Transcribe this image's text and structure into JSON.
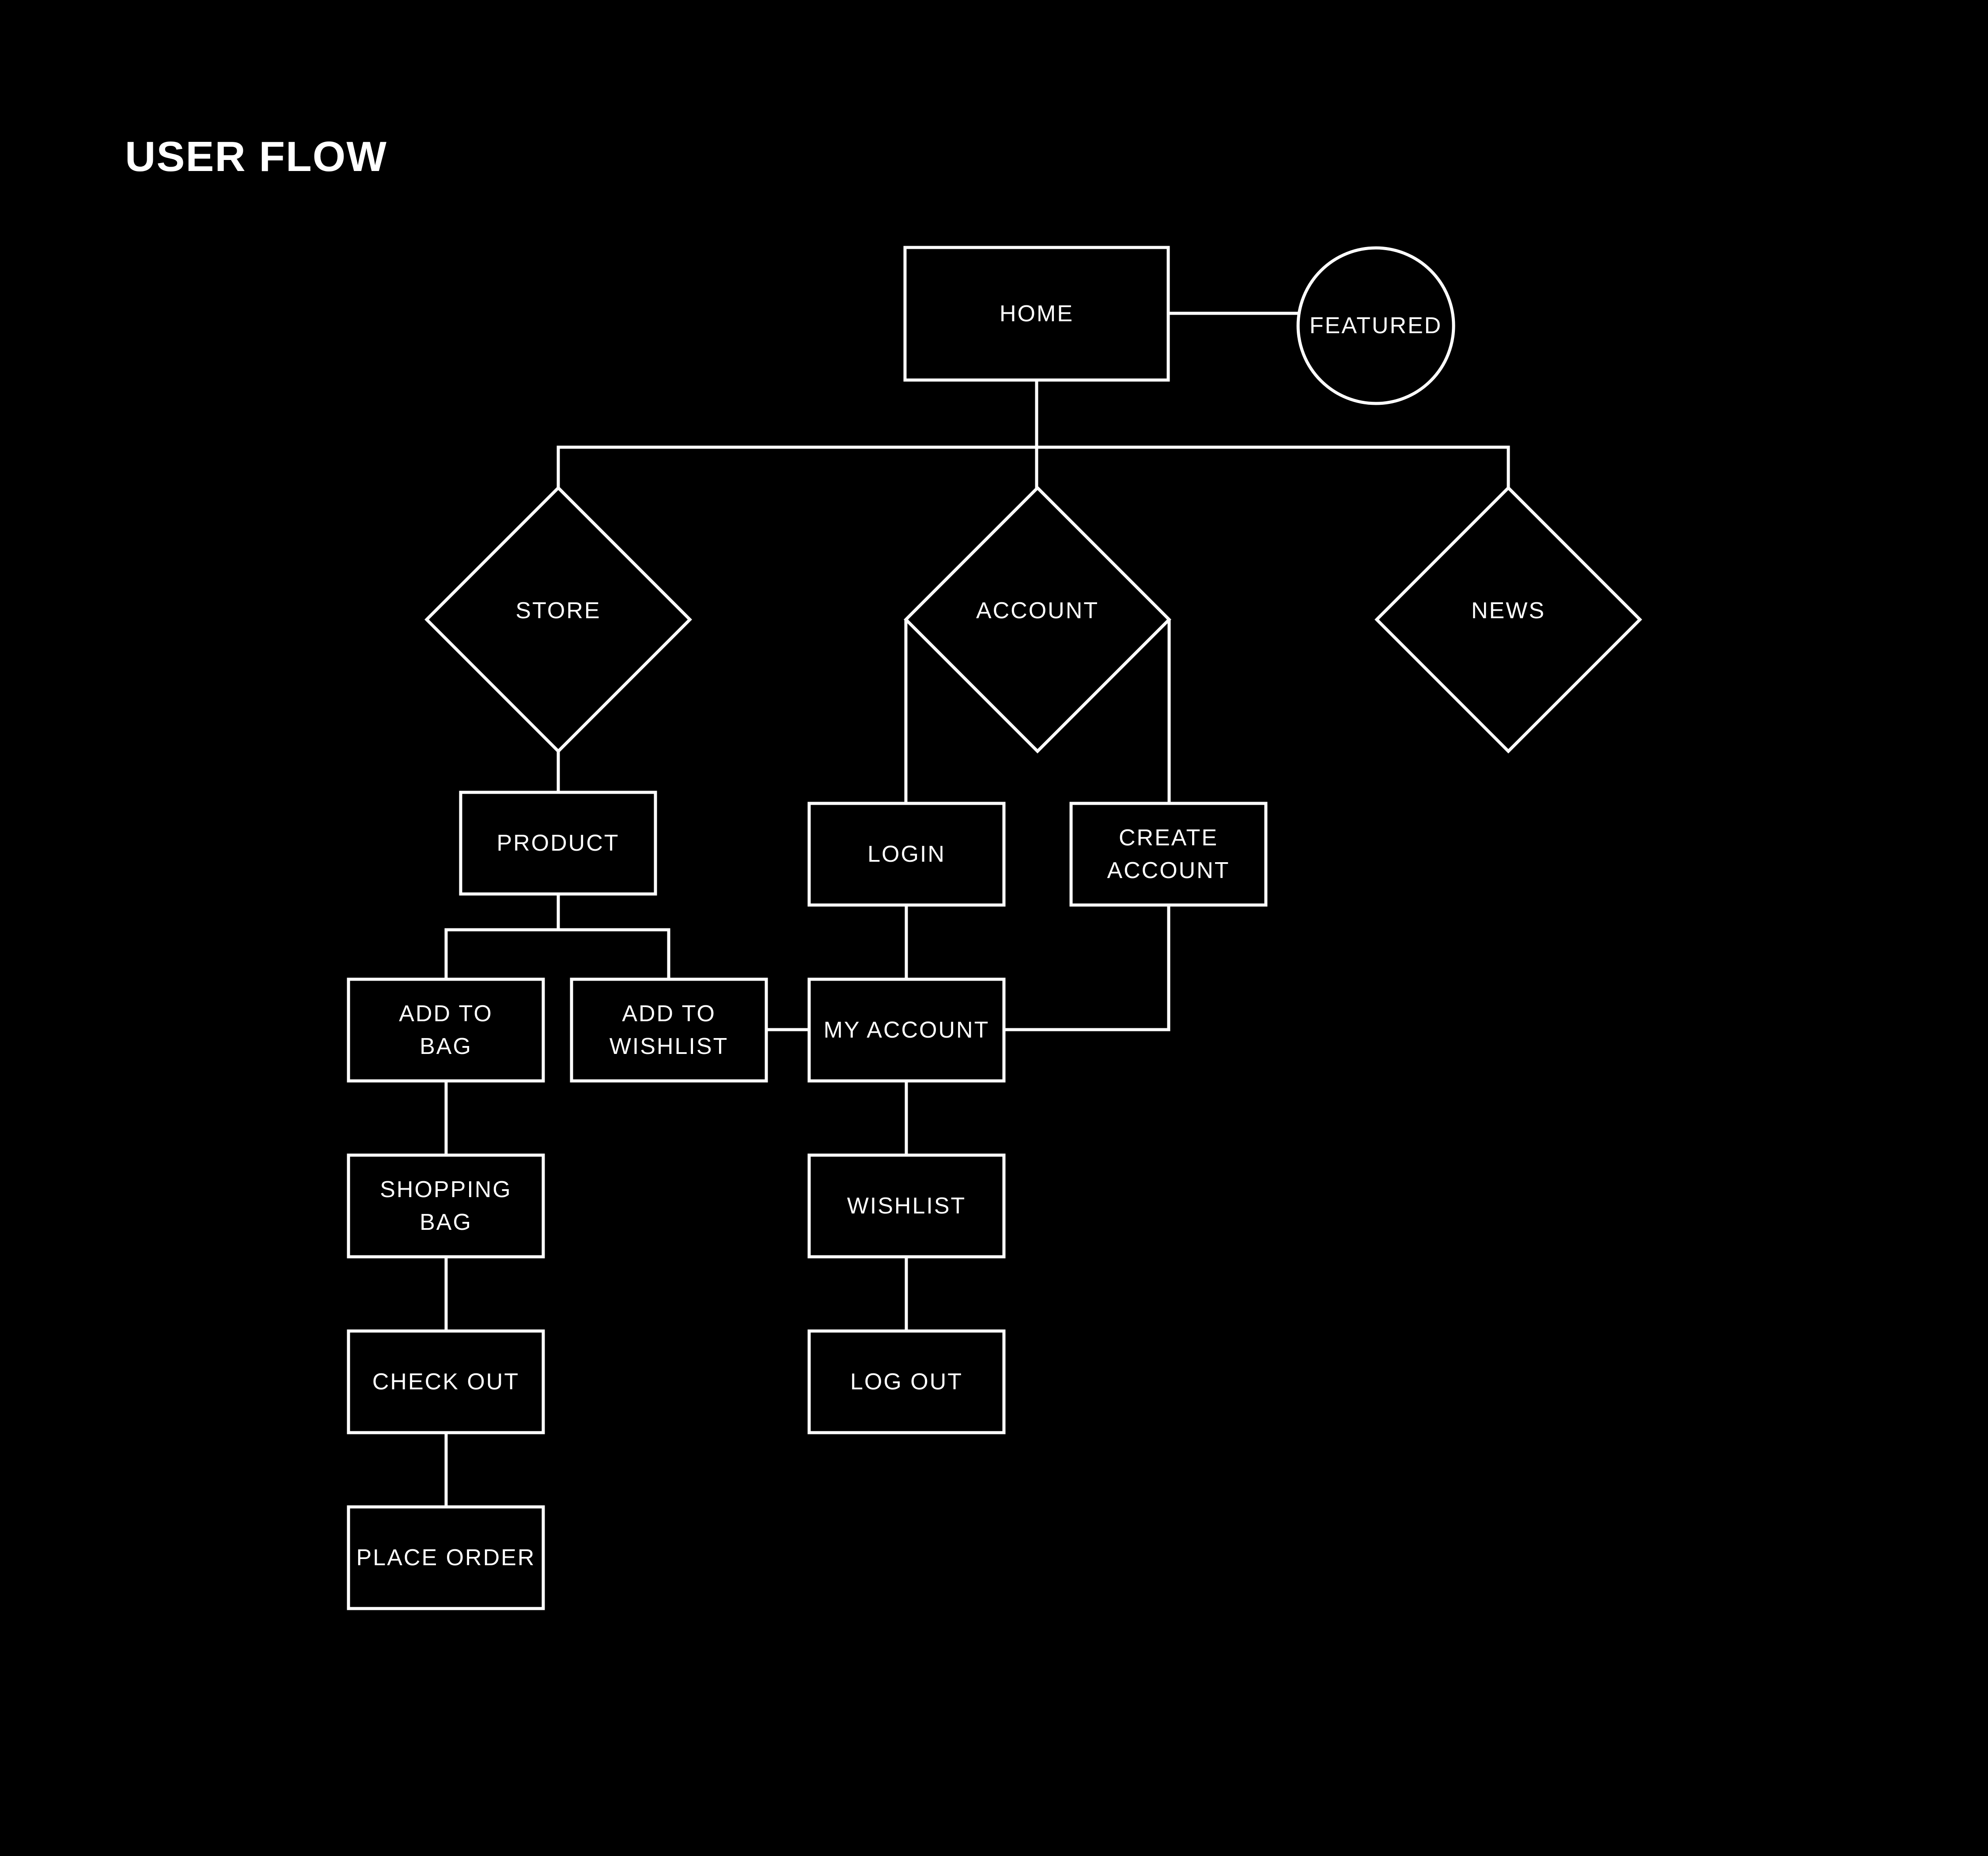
{
  "title": "USER FLOW",
  "colors": {
    "background": "#000000",
    "stroke": "#ffffff",
    "text": "#ffffff"
  },
  "nodes": {
    "home": {
      "shape": "rectangle",
      "lines": [
        "HOME"
      ]
    },
    "featured": {
      "shape": "circle",
      "lines": [
        "FEATURED"
      ]
    },
    "store": {
      "shape": "diamond",
      "lines": [
        "STORE"
      ]
    },
    "account": {
      "shape": "diamond",
      "lines": [
        "ACCOUNT"
      ]
    },
    "news": {
      "shape": "diamond",
      "lines": [
        "NEWS"
      ]
    },
    "product": {
      "shape": "rectangle",
      "lines": [
        "PRODUCT"
      ]
    },
    "login": {
      "shape": "rectangle",
      "lines": [
        "LOGIN"
      ]
    },
    "create_account": {
      "shape": "rectangle",
      "lines": [
        "CREATE",
        "ACCOUNT"
      ]
    },
    "add_to_bag": {
      "shape": "rectangle",
      "lines": [
        "ADD TO",
        "BAG"
      ]
    },
    "add_to_wishlist": {
      "shape": "rectangle",
      "lines": [
        "ADD TO",
        "WISHLIST"
      ]
    },
    "my_account": {
      "shape": "rectangle",
      "lines": [
        "MY ACCOUNT"
      ]
    },
    "shopping_bag": {
      "shape": "rectangle",
      "lines": [
        "SHOPPING",
        "BAG"
      ]
    },
    "wishlist": {
      "shape": "rectangle",
      "lines": [
        "WISHLIST"
      ]
    },
    "check_out": {
      "shape": "rectangle",
      "lines": [
        "CHECK OUT"
      ]
    },
    "log_out": {
      "shape": "rectangle",
      "lines": [
        "LOG OUT"
      ]
    },
    "place_order": {
      "shape": "rectangle",
      "lines": [
        "PLACE ORDER"
      ]
    }
  },
  "edges": [
    [
      "home",
      "featured"
    ],
    [
      "home",
      "store"
    ],
    [
      "home",
      "account"
    ],
    [
      "home",
      "news"
    ],
    [
      "store",
      "product"
    ],
    [
      "account",
      "login"
    ],
    [
      "account",
      "create_account"
    ],
    [
      "product",
      "add_to_bag"
    ],
    [
      "product",
      "add_to_wishlist"
    ],
    [
      "login",
      "my_account"
    ],
    [
      "create_account",
      "my_account"
    ],
    [
      "add_to_wishlist",
      "my_account"
    ],
    [
      "add_to_bag",
      "shopping_bag"
    ],
    [
      "shopping_bag",
      "check_out"
    ],
    [
      "check_out",
      "place_order"
    ],
    [
      "my_account",
      "wishlist"
    ],
    [
      "wishlist",
      "log_out"
    ]
  ]
}
